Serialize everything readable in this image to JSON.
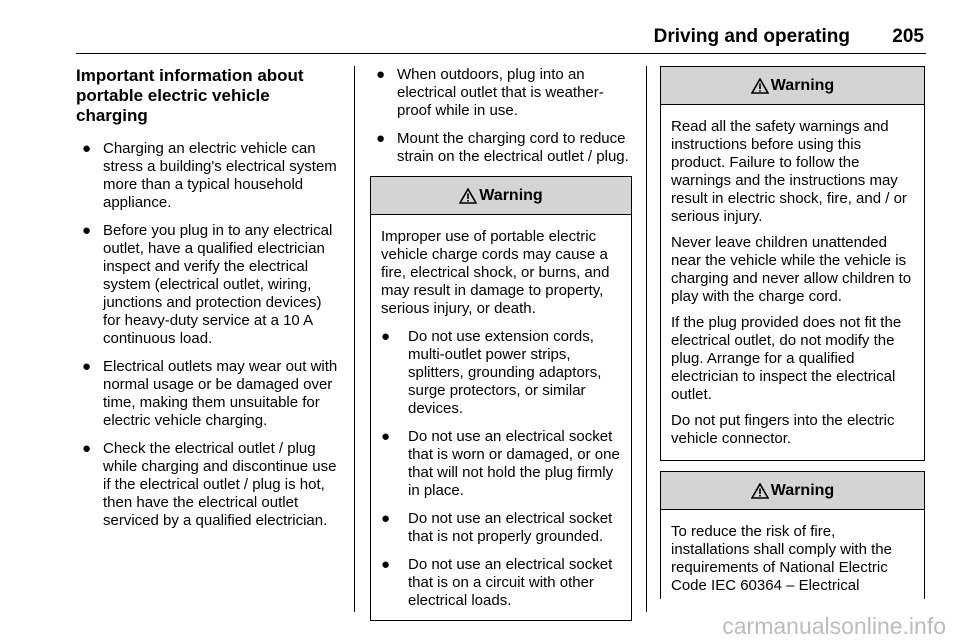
{
  "header": {
    "title": "Driving and operating",
    "page": "205"
  },
  "col1": {
    "title": "Important information about portable electric vehicle charging",
    "bullets": [
      "Charging an electric vehicle can stress a building's electrical system more than a typical household appliance.",
      "Before you plug in to any electrical outlet, have a qualified electrician inspect and verify the electrical system (electrical outlet, wiring, junctions and protection devices) for heavy-duty service at a 10 A continuous load.",
      "Electrical outlets may wear out with normal usage or be damaged over time, making them unsuitable for electric vehicle charging.",
      "Check the electrical outlet / plug while charging and discontinue use if the electrical outlet / plug is hot, then have the electrical outlet serviced by a qualified electrician."
    ]
  },
  "col2": {
    "bullets": [
      "When outdoors, plug into an electrical outlet that is weather-proof while in use.",
      "Mount the charging cord to reduce strain on the electrical outlet / plug."
    ],
    "warning": {
      "label": "Warning",
      "intro": "Improper use of portable electric vehicle charge cords may cause a fire, electrical shock, or burns, and may result in damage to property, serious injury, or death.",
      "bullets": [
        "Do not use extension cords, multi-outlet power strips, splitters, grounding adaptors, surge protectors, or similar devices.",
        "Do not use an electrical socket that is worn or damaged, or one that will not hold the plug firmly in place.",
        "Do not use an electrical socket that is not properly grounded.",
        "Do not use an electrical socket that is on a circuit with other electrical loads."
      ]
    }
  },
  "col3": {
    "warning1": {
      "label": "Warning",
      "paragraphs": [
        "Read all the safety warnings and instructions before using this product. Failure to follow the warnings and the instructions may result in electric shock, fire, and / or serious injury.",
        "Never leave children unattended near the vehicle while the vehicle is charging and never allow children to play with the charge cord.",
        "If the plug provided does not fit the electrical outlet, do not modify the plug. Arrange for a qualified electrician to inspect the electrical outlet.",
        "Do not put fingers into the electric vehicle connector."
      ]
    },
    "warning2": {
      "label": "Warning",
      "text": "To reduce the risk of fire, installations shall comply with the requirements of National Electric Code IEC 60364 – Electrical"
    }
  },
  "bullet_glyph": "●",
  "watermark": "carmanualsonline.info"
}
